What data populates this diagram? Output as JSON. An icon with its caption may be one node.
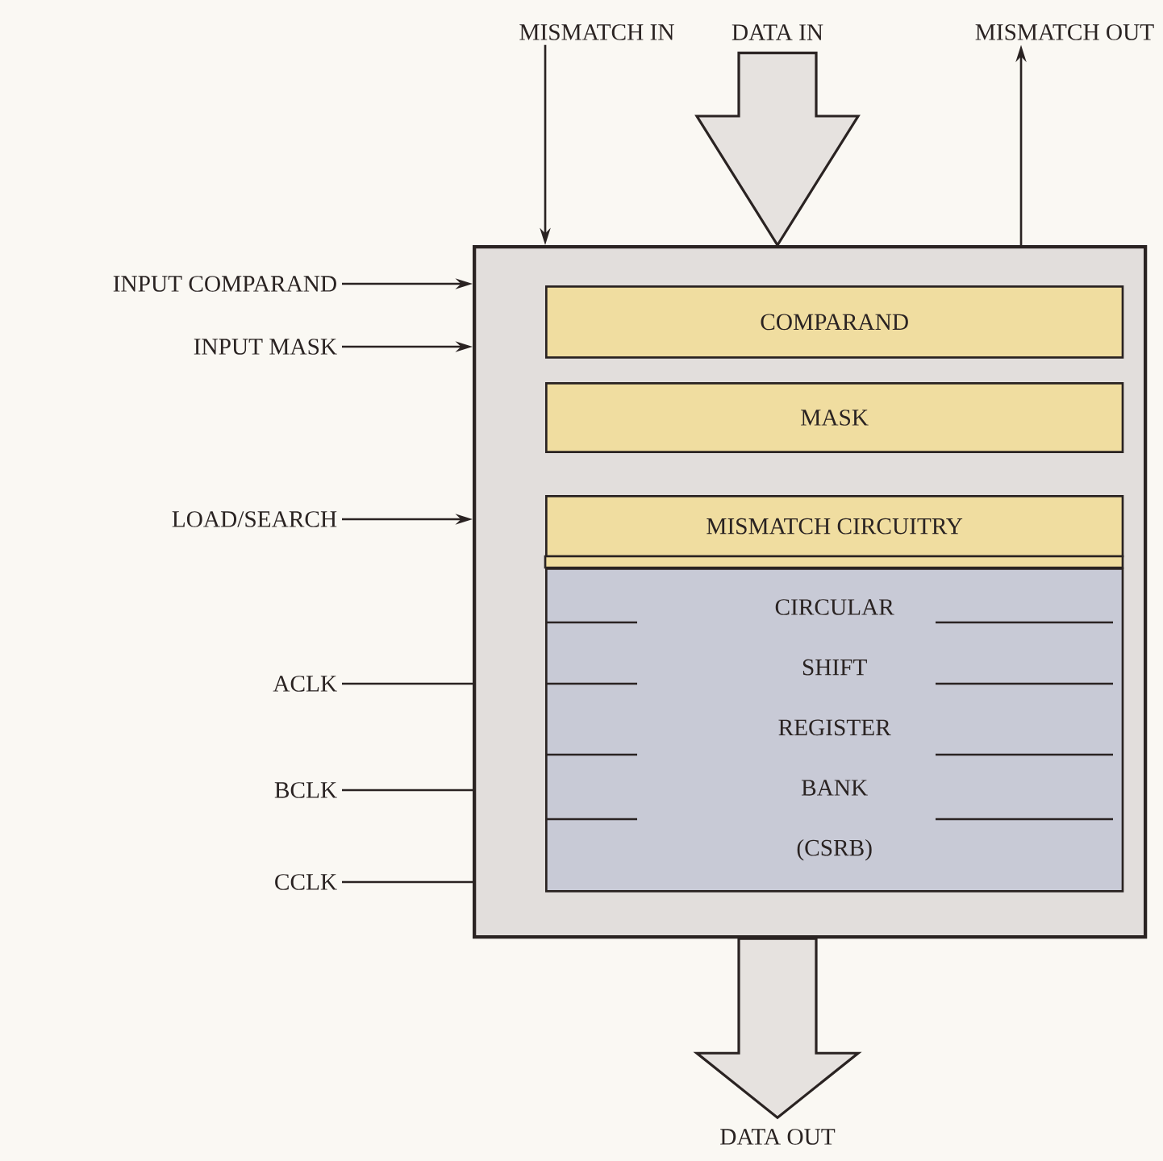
{
  "diagram": {
    "nodes": [
      {
        "text": [],
        "shape": "box"
      },
      {
        "text": [
          "COMPARAND"
        ],
        "in": 0
      },
      {
        "text": [
          "MASK"
        ],
        "in": 0
      },
      {
        "text": [
          "MISMATCH CIRCUITRY"
        ],
        "in": 0
      },
      {
        "text": [
          "CIRCULAR SHIFT REGISTER BANK (CSRB)"
        ],
        "in": 0
      },
      {
        "text": [
          "MISMATCH IN"
        ]
      },
      {
        "text": [
          "DATA IN"
        ]
      },
      {
        "text": [
          "MISMATCH OUT"
        ]
      },
      {
        "text": [
          "INPUT COMPARAND"
        ]
      },
      {
        "text": [
          "INPUT MASK"
        ]
      },
      {
        "text": [
          "LOAD/SEARCH"
        ]
      },
      {
        "text": [
          "ACLK"
        ]
      },
      {
        "text": [
          "BCLK"
        ]
      },
      {
        "text": [
          "CCLK"
        ]
      },
      {
        "text": [
          "DATA OUT"
        ]
      }
    ],
    "edges": [
      {
        "from": 5,
        "to": 0,
        "arrow": "to"
      },
      {
        "from": 6,
        "to": 0,
        "arrow": "to",
        "style": "thick"
      },
      {
        "from": 0,
        "to": 7,
        "arrow": "to"
      },
      {
        "from": 8,
        "to": 0,
        "arrow": "to"
      },
      {
        "from": 9,
        "to": 0,
        "arrow": "to"
      },
      {
        "from": 10,
        "to": 0,
        "arrow": "to"
      },
      {
        "from": 11,
        "to": 0,
        "arrow": "none"
      },
      {
        "from": 12,
        "to": 0,
        "arrow": "none"
      },
      {
        "from": 13,
        "to": 0,
        "arrow": "none"
      },
      {
        "from": 0,
        "to": 14,
        "arrow": "to",
        "style": "thick"
      }
    ]
  }
}
